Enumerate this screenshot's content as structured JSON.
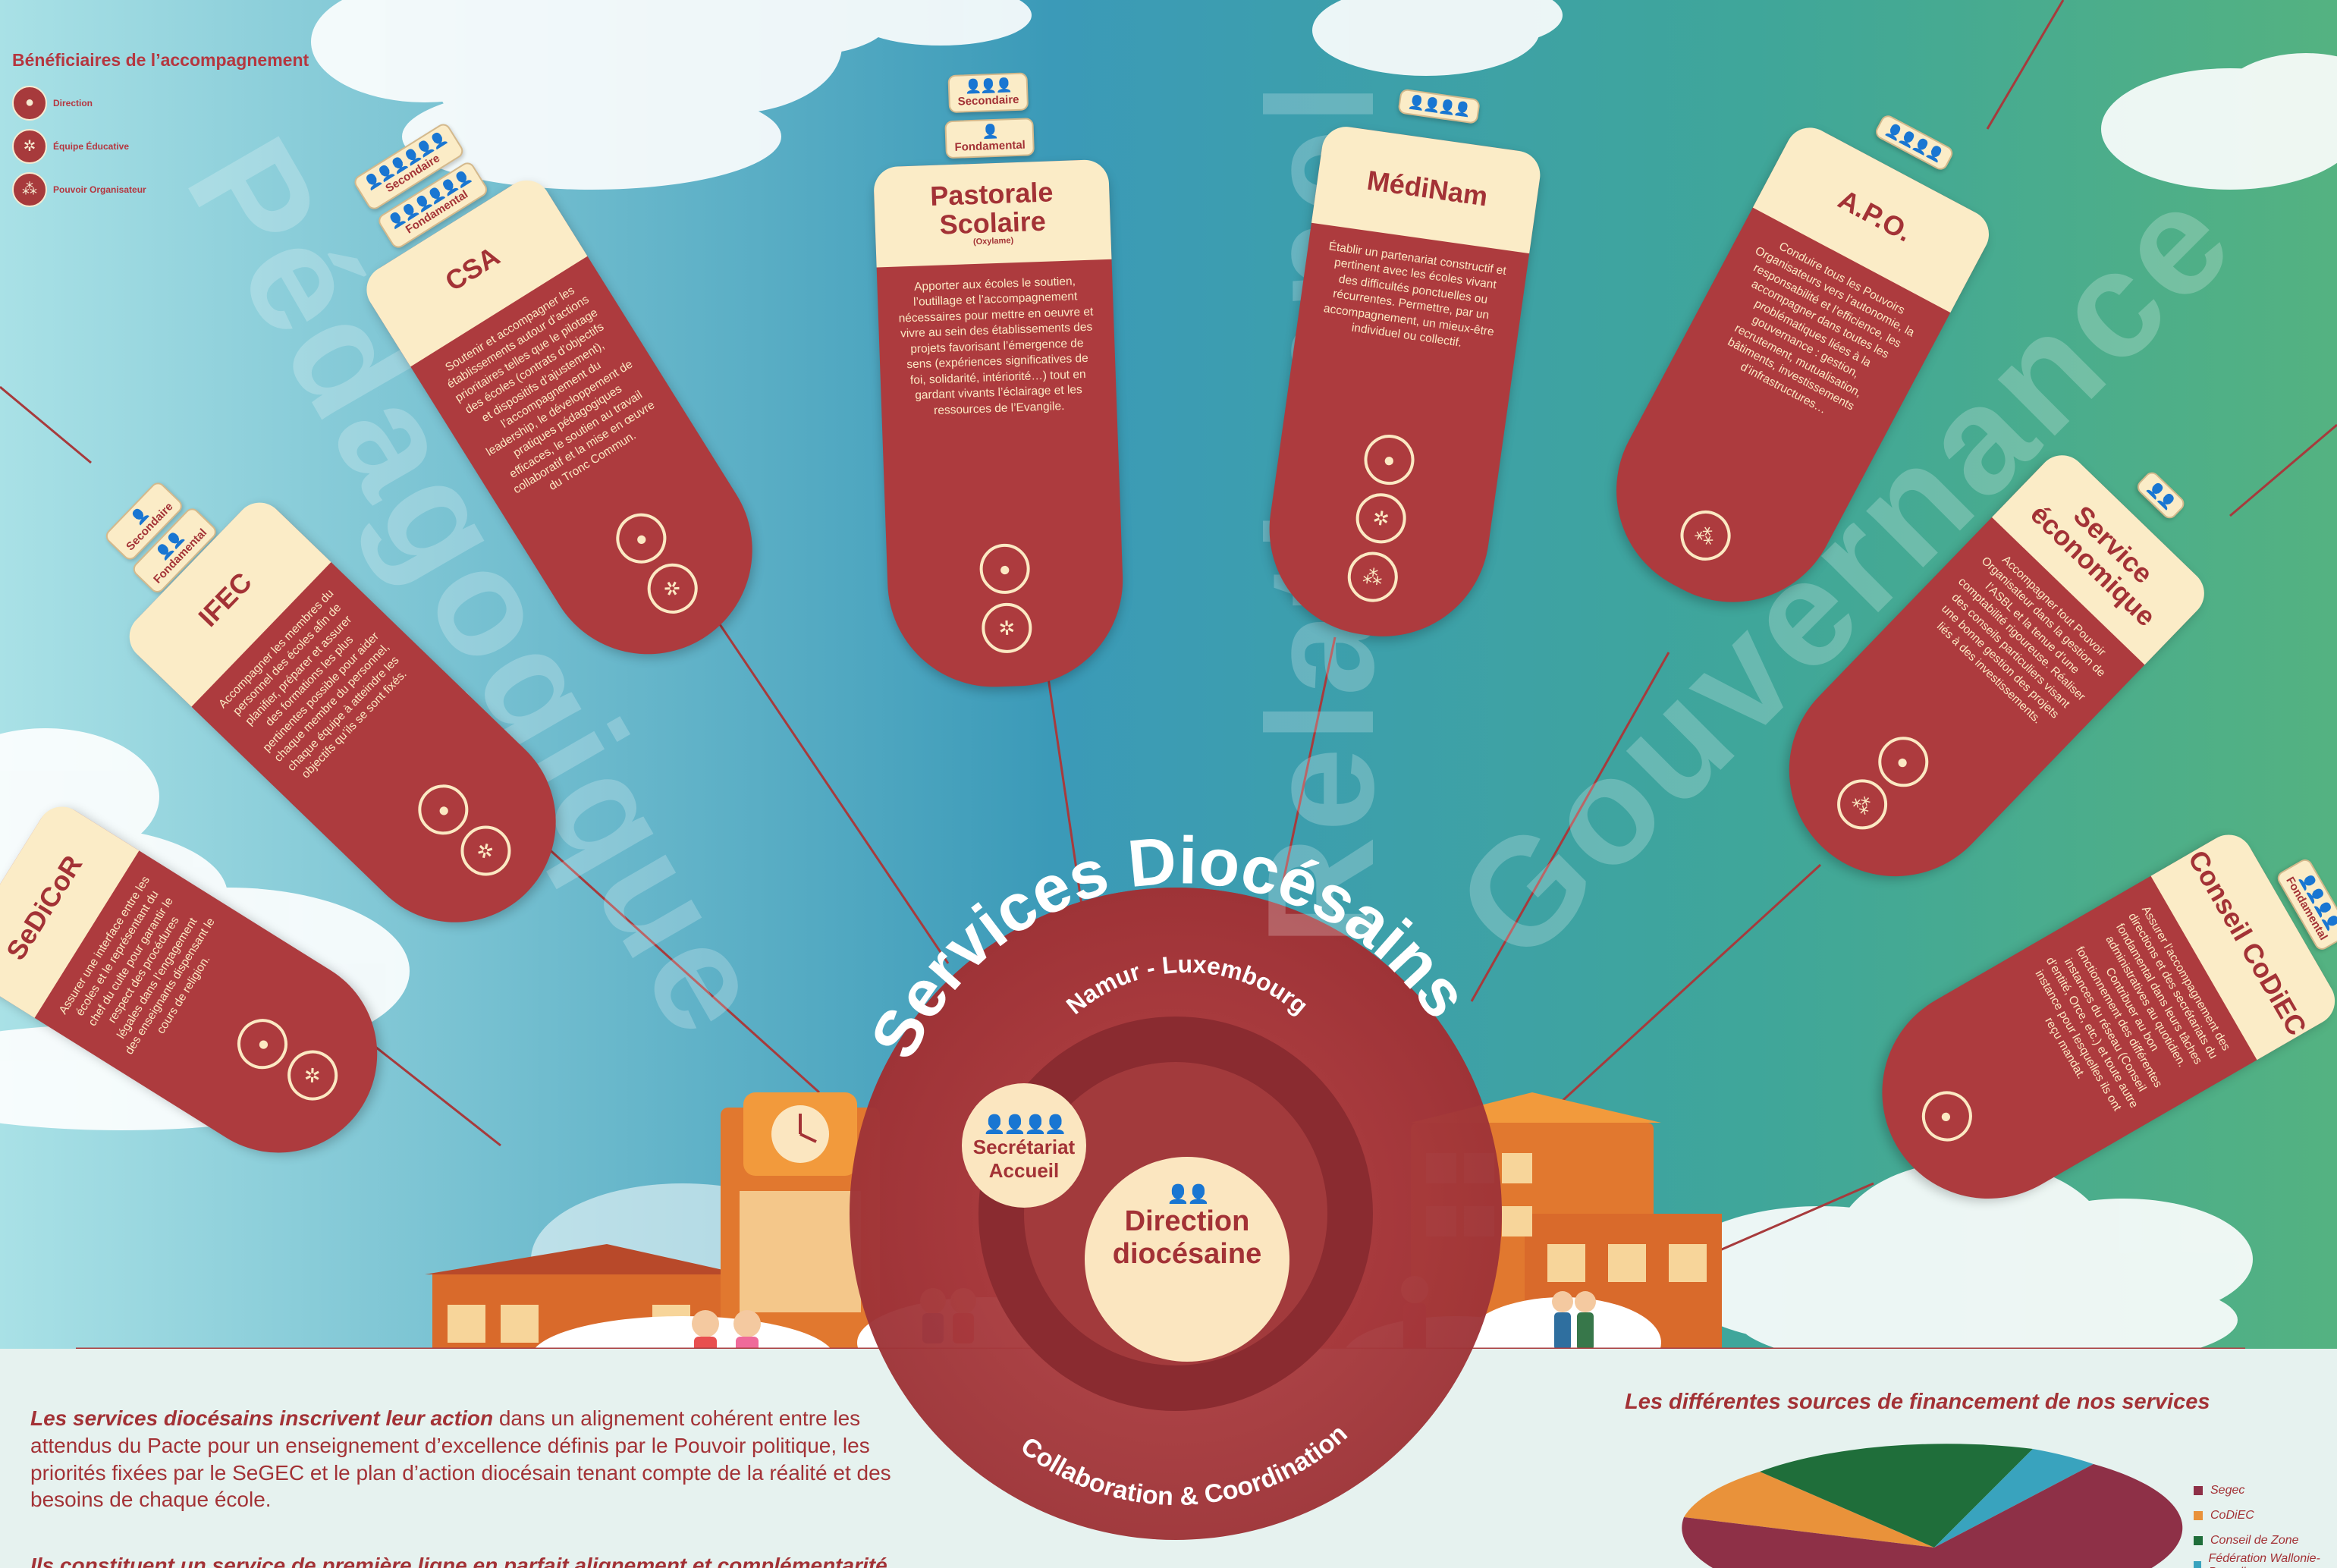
{
  "legend": {
    "title": "Bénéficiaires de l’accompagnement",
    "items": [
      {
        "label": "Direction",
        "icon": "director-icon"
      },
      {
        "label": "Équipe Éducative",
        "icon": "team-icon"
      },
      {
        "label": "Pouvoir Organisateur",
        "icon": "board-icon"
      }
    ]
  },
  "themes": [
    "Pédagogique",
    "Relationnel",
    "Gouvernance"
  ],
  "services": [
    {
      "name": "SeDiCoR",
      "tags": [],
      "description": "Assurer une interface entre les écoles et le représentant du chef du culte pour garantir le respect des procédures légales dans l’engagement des enseignants dispensant le cours de religion.",
      "beneficiaries": [
        "Direction",
        "Équipe Éducative"
      ]
    },
    {
      "name": "IFEC",
      "tags": [
        "Secondaire",
        "Fondamental"
      ],
      "description": "Accompagner les membres du personnel des écoles afin de planifier, préparer et assurer des formations les plus pertinentes possible pour aider chaque membre du personnel, chaque équipe à atteindre les objectifs qu’ils se sont fixés.",
      "beneficiaries": [
        "Direction",
        "Équipe Éducative"
      ]
    },
    {
      "name": "CSA",
      "tags": [
        "Secondaire",
        "Fondamental"
      ],
      "description": "Soutenir et accompagner les établissements autour d’actions prioritaires telles que le pilotage des écoles (contrats d’objectifs et dispositifs d’ajustement), l’accompagnement du leadership, le développement de pratiques pédagogiques efficaces, le soutien au travail collaboratif et la mise en œuvre du Tronc Commun.",
      "beneficiaries": [
        "Direction",
        "Équipe Éducative"
      ]
    },
    {
      "name": "Pastorale Scolaire",
      "sub": "(Oxylame)",
      "tags": [
        "Secondaire",
        "Fondamental"
      ],
      "description": "Apporter aux écoles le soutien, l’outillage et l’accompagnement nécessaires pour mettre en oeuvre et vivre au sein des établissements des projets favorisant l’émergence de sens (expériences significatives de foi, solidarité, intériorité…) tout en gardant vivants l’éclairage et les ressources de l’Evangile.",
      "beneficiaries": [
        "Direction",
        "Équipe Éducative"
      ]
    },
    {
      "name": "MédiNam",
      "tags": [],
      "description": "Établir un partenariat constructif et pertinent avec les écoles vivant des difficultés ponctuelles ou récurrentes. Permettre, par un accompagnement, un mieux-être individuel ou collectif.",
      "beneficiaries": [
        "Direction",
        "Équipe Éducative",
        "Pouvoir Organisateur"
      ]
    },
    {
      "name": "A.P.O.",
      "tags": [],
      "description": "Conduire tous les Pouvoirs Organisateurs vers l’autonomie, la responsabilité et l’efficience, les accompagner dans toutes les problématiques liées à la gouvernance : gestion, recrutement, mutualisation, bâtiments, investissements d’infrastructures…",
      "beneficiaries": [
        "Pouvoir Organisateur"
      ]
    },
    {
      "name": "Service économique",
      "tags": [],
      "description": "Accompagner tout Pouvoir Organisateur dans la gestion de l’ASBL et la tenue d’une comptabilité rigoureuse. Réaliser des conseils particuliers visant une bonne gestion des projets liés à des investissements.",
      "beneficiaries": [
        "Direction",
        "Pouvoir Organisateur"
      ]
    },
    {
      "name": "Conseil CoDiEC",
      "tags": [
        "Fondamental"
      ],
      "description": "Assurer l’accompagnement des directions et des secrétariats du fondamental dans leurs tâches administratives au quotidien. Contribuer au bon fonctionnement des différentes instances du réseau (Conseil d’entité, Orce, etc.) et toute autre instance pour lesquelles ils ont reçu mandat.",
      "beneficiaries": [
        "Direction"
      ]
    }
  ],
  "hub": {
    "title": "Services Diocésains",
    "subtitle": "Namur - Luxembourg",
    "secretariat": "Secrétariat Accueil",
    "direction": "Direction diocésaine",
    "band": "Collaboration & Coordination"
  },
  "bottom": {
    "lead_em": "Les services diocésains inscrivent leur action",
    "lead_rest": " dans un alignement cohérent entre les attendus du Pacte pour un enseignement d’excellence définis par le Pouvoir politique, les priorités fixées par le SeGEC et le plan d’action diocésain tenant compte de la réalité et des besoins de chaque école.",
    "line2": "Ils constituent un service de première ligne en parfait alignement et complémentarité",
    "financing_title": "Les différentes sources de financement de nos services",
    "financing_legend": [
      {
        "label": "Segec",
        "color": "#8e3047"
      },
      {
        "label": "CoDiEC",
        "color": "#e9923a"
      },
      {
        "label": "Conseil de Zone",
        "color": "#1f6e3a"
      },
      {
        "label": "Fédération Wallonie-Bruxelles",
        "color": "#39a3be"
      }
    ]
  },
  "colors": {
    "brand": "#ad3b3e",
    "cream": "#fbecc7",
    "sky_left": "#a8dde6",
    "sky_mid": "#3f9cb9",
    "sky_right": "#4fb08a"
  }
}
